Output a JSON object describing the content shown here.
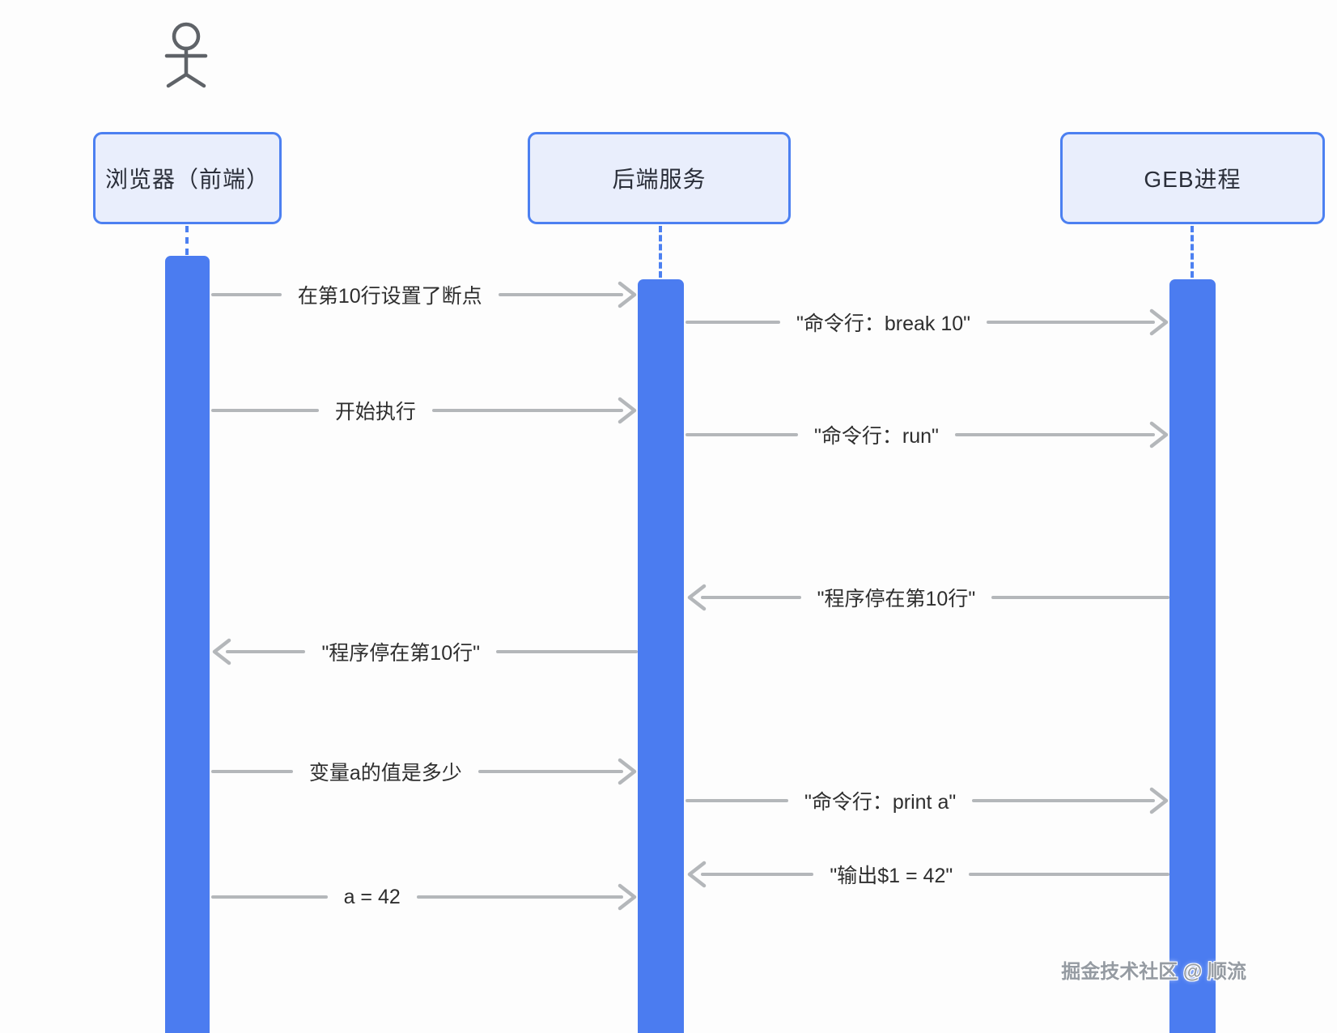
{
  "diagram": {
    "watermark": "掘金技术社区 @ 顺流",
    "colors": {
      "accent": "#4c80f1",
      "bar": "#4b7cf0",
      "box_fill": "#e9eefc",
      "arrow": "#b4b7ba",
      "ink": "#2e2e2e",
      "actor": "#5f6368",
      "watermark": "#959ba2"
    },
    "actors": [
      {
        "id": "browser",
        "label": "浏览器（前端）"
      },
      {
        "id": "backend",
        "label": "后端服务"
      },
      {
        "id": "geb",
        "label": "GEB进程"
      }
    ],
    "messages": [
      {
        "label": "在第10行设置了断点",
        "from": "browser",
        "to": "backend",
        "direction": "right"
      },
      {
        "label": "\"命令行：break 10\"",
        "from": "backend",
        "to": "geb",
        "direction": "right"
      },
      {
        "label": "开始执行",
        "from": "browser",
        "to": "backend",
        "direction": "right"
      },
      {
        "label": "\"命令行：run\"",
        "from": "backend",
        "to": "geb",
        "direction": "right"
      },
      {
        "label": "\"程序停在第10行\"",
        "from": "geb",
        "to": "backend",
        "direction": "left"
      },
      {
        "label": "\"程序停在第10行\"",
        "from": "backend",
        "to": "browser",
        "direction": "left"
      },
      {
        "label": "变量a的值是多少",
        "from": "browser",
        "to": "backend",
        "direction": "right"
      },
      {
        "label": "\"命令行：print a\"",
        "from": "backend",
        "to": "geb",
        "direction": "right"
      },
      {
        "label": "\"输出$1 = 42\"",
        "from": "geb",
        "to": "backend",
        "direction": "left"
      },
      {
        "label": "a = 42",
        "from": "browser",
        "to": "backend",
        "direction": "right"
      }
    ]
  }
}
